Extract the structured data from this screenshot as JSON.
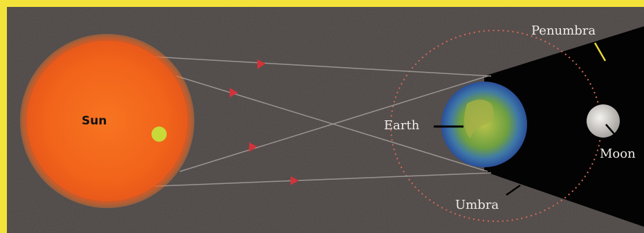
{
  "labels": {
    "sun": "Sun",
    "earth": "Earth",
    "moon": "Moon",
    "umbra": "Umbra",
    "penumbra": "Penumbra"
  },
  "colors": {
    "border": "#f3e23a",
    "background": "#4a4442",
    "sun": "#f26a1b",
    "shadow": "#000000",
    "orbit": "#d86a55",
    "ray": "#9a9492",
    "arrow": "#d0343a"
  }
}
